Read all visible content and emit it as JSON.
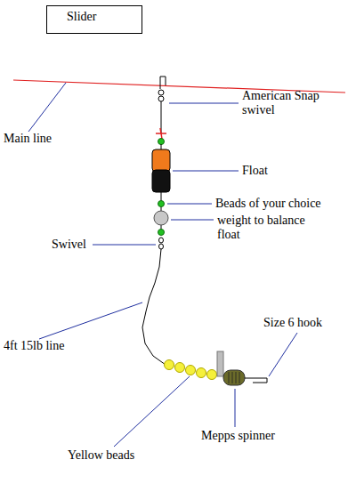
{
  "diagram": {
    "nodes": [
      {
        "text": [
          "Slider"
        ]
      }
    ],
    "labels": [
      "Main line",
      "American Snap swivel",
      "Float",
      "Beads of your choice",
      "weight to balance float",
      "Swivel",
      "4ft 15lb line",
      "Size 6 hook",
      "Yellow beads",
      "Mepps spinner"
    ]
  }
}
